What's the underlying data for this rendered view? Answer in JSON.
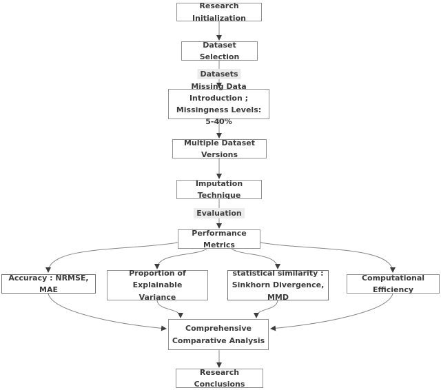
{
  "diagram": {
    "type": "flowchart",
    "nodes": {
      "research_init": {
        "label": "Research Initialization"
      },
      "dataset_selection": {
        "label": "Dataset Selection"
      },
      "missing_data": {
        "label": "Missing Data Introduction ;\nMissingness Levels: 5-40%"
      },
      "multiple_versions": {
        "label": "Multiple Dataset Versions"
      },
      "imputation": {
        "label": "Imputation Technique"
      },
      "performance": {
        "label": "Performance Metrics"
      },
      "accuracy": {
        "label": "Accuracy : NRMSE, MAE"
      },
      "variance": {
        "label": "Proportion of Explainable\nVariance"
      },
      "similarity": {
        "label": "statistical similarity :\nSinkhorn Divergence, MMD"
      },
      "efficiency": {
        "label": "Computational Efficiency"
      },
      "analysis": {
        "label": "Comprehensive\nComparative Analysis"
      },
      "conclusions": {
        "label": "Research Conclusions"
      }
    },
    "edge_labels": {
      "datasets": "Datasets",
      "evaluation": "Evaluation"
    },
    "edges": [
      {
        "from": "research_init",
        "to": "dataset_selection"
      },
      {
        "from": "dataset_selection",
        "to": "missing_data",
        "label": "Datasets"
      },
      {
        "from": "missing_data",
        "to": "multiple_versions"
      },
      {
        "from": "multiple_versions",
        "to": "imputation"
      },
      {
        "from": "imputation",
        "to": "performance",
        "label": "Evaluation"
      },
      {
        "from": "performance",
        "to": "accuracy"
      },
      {
        "from": "performance",
        "to": "variance"
      },
      {
        "from": "performance",
        "to": "similarity"
      },
      {
        "from": "performance",
        "to": "efficiency"
      },
      {
        "from": "accuracy",
        "to": "analysis"
      },
      {
        "from": "variance",
        "to": "analysis"
      },
      {
        "from": "similarity",
        "to": "analysis"
      },
      {
        "from": "efficiency",
        "to": "analysis"
      },
      {
        "from": "analysis",
        "to": "conclusions"
      }
    ],
    "colors": {
      "node_fill": "#ffffff",
      "node_border": "#8f8f8f",
      "text": "#3a3a3a",
      "edge_line": "#848484",
      "arrowhead": "#3d3d3d",
      "edge_label_bg": "#ececec"
    }
  }
}
